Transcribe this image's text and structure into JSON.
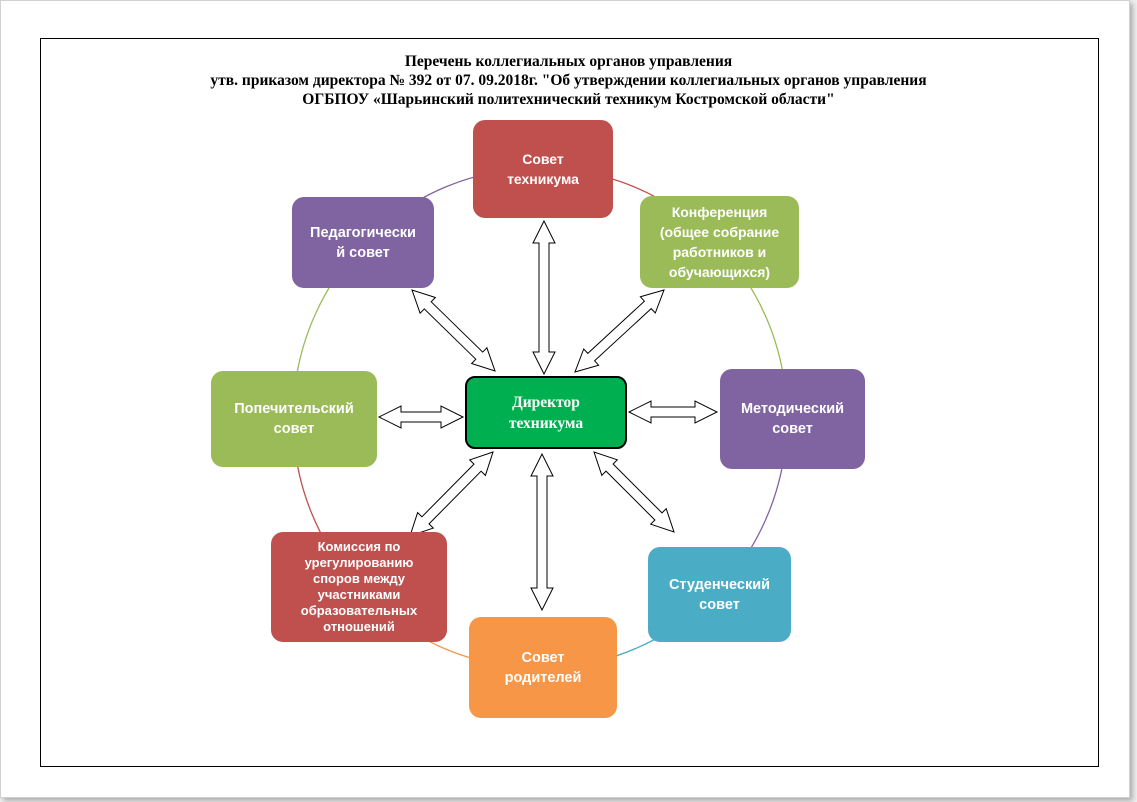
{
  "title": {
    "line1": "Перечень коллегиальных органов управления",
    "line2": "утв. приказом директора № 392 от 07. 09.2018г. \"Об утверждении коллегиальных органов управления",
    "line3": "ОГБПОУ «Шарьинский политехнический техникум Костромской области\""
  },
  "center": {
    "line1": "Директор",
    "line2": "техникума",
    "color": "#00b050"
  },
  "nodes": {
    "sovet_tekhnikuma": {
      "line1": "Совет",
      "line2": "техникума",
      "color": "#c0504d"
    },
    "konferentsiya": {
      "line1": "Конференция",
      "line2": "(общее собрание",
      "line3": "работников и",
      "line4": "обучающихся)",
      "color": "#9bbb59"
    },
    "metodicheskiy": {
      "line1": "Методический",
      "line2": "совет",
      "color": "#8064a2"
    },
    "studencheskiy": {
      "line1": "Студенческий",
      "line2": "совет",
      "color": "#4bacc6"
    },
    "sovet_roditeley": {
      "line1": "Совет",
      "line2": "родителей",
      "color": "#f79646"
    },
    "komissiya": {
      "line1": "Комиссия по",
      "line2": "урегулированию",
      "line3": "споров между",
      "line4": "участниками",
      "line5": "образовательных",
      "line6": "отношений",
      "color": "#c0504d"
    },
    "popechitelskiy": {
      "line1": "Попечительский",
      "line2": "совет",
      "color": "#9bbb59"
    },
    "pedagogicheskiy": {
      "line1": "Педагогически",
      "line2": "й совет",
      "color": "#8064a2"
    }
  }
}
